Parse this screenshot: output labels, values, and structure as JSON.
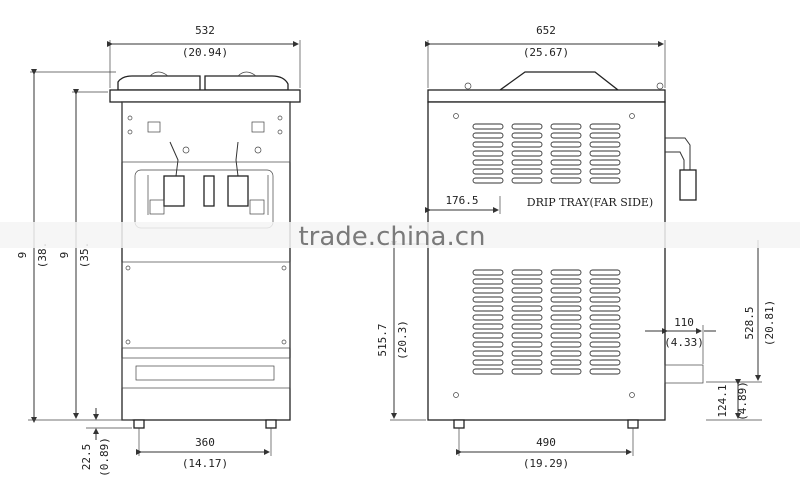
{
  "front_view": {
    "width_mm": "532",
    "width_in": "(20.94)",
    "overall_height_mm": "9",
    "overall_height_in": "(38.",
    "body_height_mm": "9",
    "body_height_in": "(35.",
    "foot_height_mm": "22.5",
    "foot_height_in": "(0.89)",
    "foot_spacing_mm": "360",
    "foot_spacing_in": "(14.17)"
  },
  "side_view": {
    "depth_mm": "652",
    "depth_in": "(25.67)",
    "tray_offset_mm": "176.5",
    "drip_tray_label": "DRIP TRAY(FAR SIDE)",
    "lower_height_mm": "515.7",
    "lower_height_in": "(20.3)",
    "tray_depth_mm": "110",
    "tray_depth_in": "(4.33)",
    "tray_top_mm": "528.5",
    "tray_top_in": "(20.81)",
    "tray_height_mm": "124.1",
    "tray_height_in": "(4.89)",
    "foot_spacing_mm": "490",
    "foot_spacing_in": "(19.29)"
  },
  "watermark": "trade.china.cn"
}
